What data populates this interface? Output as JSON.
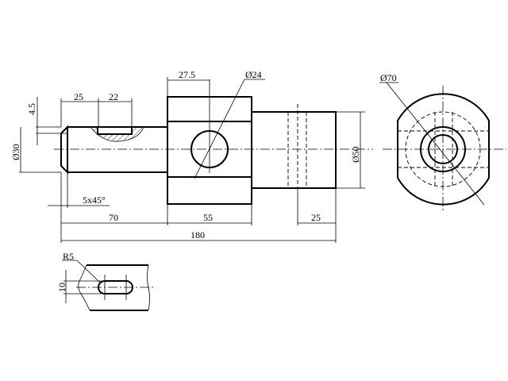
{
  "drawing": {
    "dimensions": {
      "key_offset": "25",
      "key_length": "22",
      "key_depth": "4.5",
      "shaft_diameter": "Ø30",
      "chamfer": "5x45°",
      "hole_position": "27.5",
      "hole_diameter": "Ø24",
      "length_shaft": "70",
      "length_block": "55",
      "length_total": "180",
      "length_end": "25",
      "cylinder_diameter": "Ø50",
      "outer_diameter": "Ø70",
      "slot_radius": "R5",
      "slot_width": "10"
    }
  }
}
